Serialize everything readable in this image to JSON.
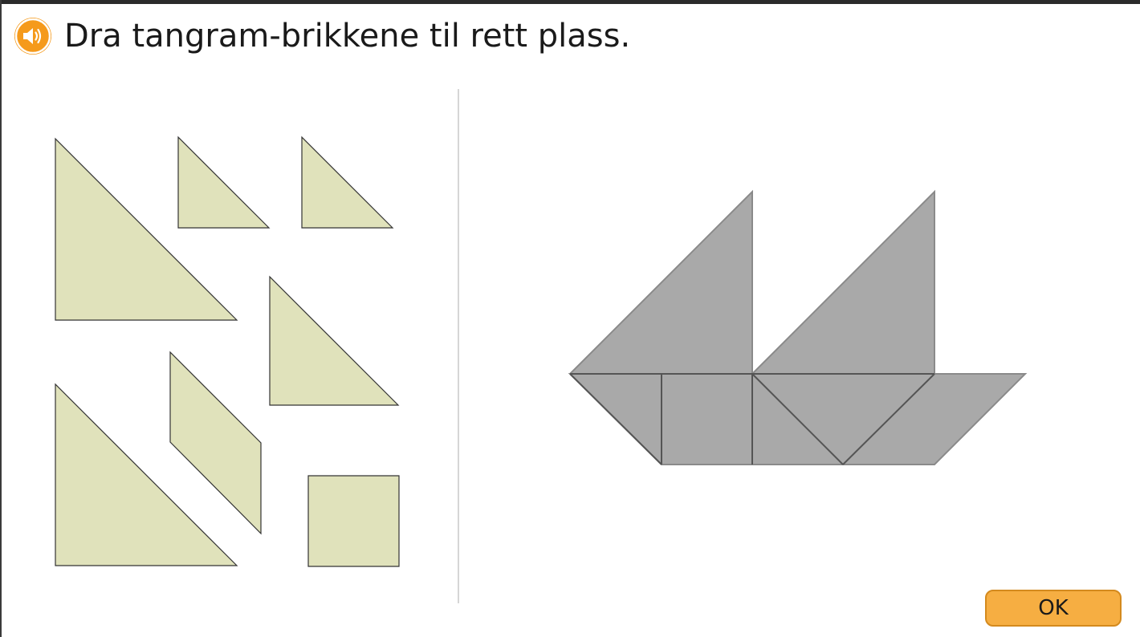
{
  "header": {
    "instruction": "Dra tangram-brikkene til rett plass.",
    "audio_icon": "speaker-icon"
  },
  "footer": {
    "ok_label": "OK"
  },
  "pieces": [
    {
      "name": "large-triangle-piece-1",
      "shape": "large-triangle"
    },
    {
      "name": "small-triangle-piece-1",
      "shape": "small-triangle"
    },
    {
      "name": "small-triangle-piece-2",
      "shape": "small-triangle"
    },
    {
      "name": "medium-triangle-piece",
      "shape": "medium-triangle"
    },
    {
      "name": "parallelogram-piece",
      "shape": "parallelogram"
    },
    {
      "name": "large-triangle-piece-2",
      "shape": "large-triangle"
    },
    {
      "name": "square-piece",
      "shape": "square"
    }
  ],
  "target": {
    "shape": "sailboat"
  },
  "colors": {
    "accent": "#f59a1b",
    "ok_button": "#f6ae42",
    "piece_fill": "#e0e2bb",
    "target_fill": "#a9a9a9"
  }
}
